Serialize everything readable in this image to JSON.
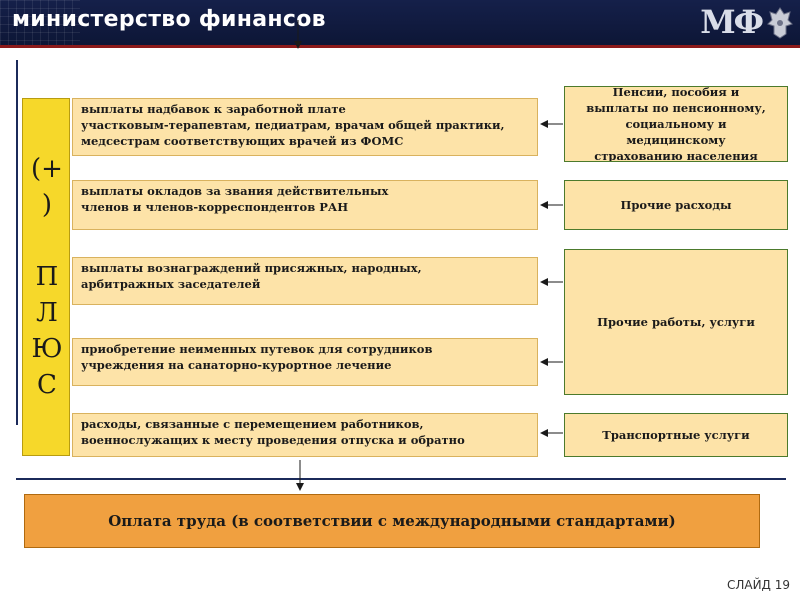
{
  "header": {
    "ministry_title": "министерство финансов",
    "logo_text": "МФ",
    "background_color": "#15204a",
    "stripe_color": "#8c1a1a"
  },
  "plus_column": {
    "symbol": "(+)",
    "word": "ПЛЮС",
    "color": "#f6d82a"
  },
  "rows": [
    {
      "text": "выплаты надбавок к заработной плате\nучастковым-терапевтам, педиатрам, врачам общей практики,\nмедсестрам соответствующих врачей из ФОМС"
    },
    {
      "text": "выплаты окладов за звания действительных\nчленов и членов-корреспондентов РАН"
    },
    {
      "text": "выплаты вознаграждений присяжных, народных,\nарбитражных заседателей"
    },
    {
      "text": "приобретение неименных путевок для сотрудников\n учреждения на санаторно-курортное лечение"
    },
    {
      "text": "расходы, связанные с перемещением работников,\nвоеннослужащих к месту проведения отпуска и обратно"
    }
  ],
  "categories": [
    {
      "text": "Пенсии, пособия и\nвыплаты по пенсионному,\nсоциальному и\nмедицинскому\nстрахованию населения"
    },
    {
      "text": "Прочие расходы"
    },
    {
      "text": "Прочие работы, услуги"
    },
    {
      "text": "Транспортные услуги"
    }
  ],
  "result": {
    "text": "Оплата труда (в соответствии с международными стандартами)",
    "color": "#f0a040"
  },
  "slide_number": "СЛАЙД 19",
  "colors": {
    "row_fill": "#fde3a8",
    "category_border": "#4c7a2c",
    "line": "#1b2a5a"
  }
}
